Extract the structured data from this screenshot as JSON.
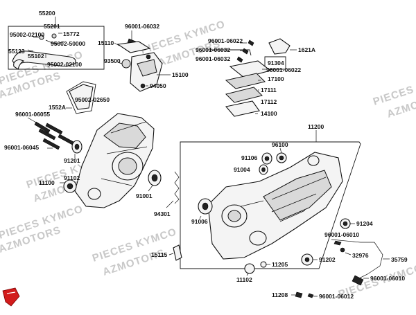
{
  "watermark": {
    "line1": "PIECES KYMCO",
    "line2": "AZMOTORS"
  },
  "labels": {
    "l55200": "55200",
    "l55201": "55201",
    "l95002_02100a": "95002-02100",
    "l15772": "15772",
    "l95002_50000": "95002-50000",
    "l55123": "55123",
    "l55102": "55102",
    "l95002_02100b": "95002-02100",
    "l95002_02650": "95002-02650",
    "l1552A": "1552A",
    "l96001_06055": "96001-06055",
    "l96001_06045": "96001-06045",
    "l91201": "91201",
    "l11100": "11100",
    "l91102": "91102",
    "l91001": "91001",
    "l96001_06032a": "96001-06032",
    "l15110": "15110",
    "l93500": "93500",
    "l15100": "15100",
    "l94050": "94050",
    "l96001_06022a": "96001-06022",
    "l96001_06032b": "96001-06032",
    "l96001_06032c": "96001-06032",
    "l1621A": "1621A",
    "l91304": "91304",
    "l96001_06022b": "96001-06022",
    "l17100": "17100",
    "l17111": "17111",
    "l17112": "17112",
    "l14100": "14100",
    "l11200": "11200",
    "l96100": "96100",
    "l91106": "91106",
    "l91004": "91004",
    "l94301": "94301",
    "l91006": "91006",
    "l91204": "91204",
    "l96001_06010a": "96001-06010",
    "l32976": "32976",
    "l35759": "35759",
    "l15115": "15115",
    "l11205": "11205",
    "l91202": "91202",
    "l11102": "11102",
    "l96001_06010b": "96001-06010",
    "l11208": "11208",
    "l96001_06012": "96001-06012"
  }
}
